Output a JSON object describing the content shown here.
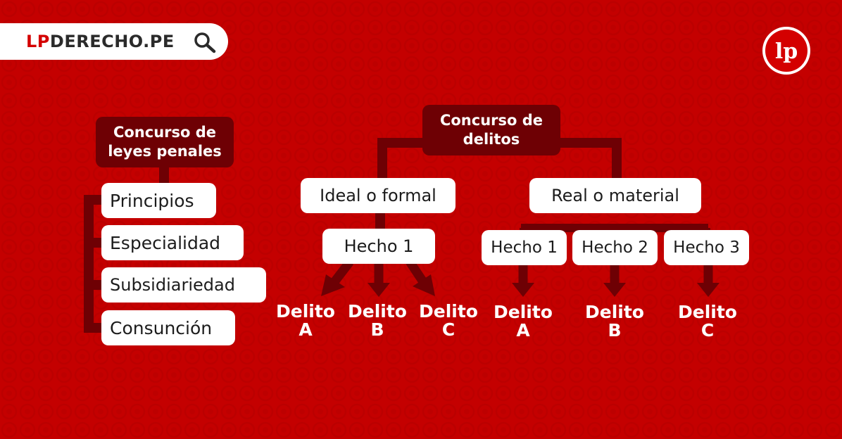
{
  "header": {
    "brand": {
      "lp": "LP",
      "main": "DERECHO",
      "dot": ".",
      "pe": "PE"
    },
    "logo_text": "lp"
  },
  "left_tree": {
    "title": "Concurso de leyes penales",
    "items": [
      "Principios",
      "Especialidad",
      "Subsidiariedad",
      "Consunción"
    ]
  },
  "right_tree": {
    "title": "Concurso de delitos",
    "ideal": {
      "label": "Ideal o formal",
      "fact": "Hecho 1",
      "results": [
        {
          "word": "Delito",
          "letter": "A"
        },
        {
          "word": "Delito",
          "letter": "B"
        },
        {
          "word": "Delito",
          "letter": "C"
        }
      ]
    },
    "real": {
      "label": "Real o material",
      "facts": [
        "Hecho 1",
        "Hecho 2",
        "Hecho 3"
      ],
      "results": [
        {
          "word": "Delito",
          "letter": "A"
        },
        {
          "word": "Delito",
          "letter": "B"
        },
        {
          "word": "Delito",
          "letter": "C"
        }
      ]
    }
  },
  "colors": {
    "background": "#c40000",
    "dark_box": "#6e0004",
    "connector": "#6e0004",
    "text_light": "#ffffff",
    "box_light": "#ffffff"
  }
}
